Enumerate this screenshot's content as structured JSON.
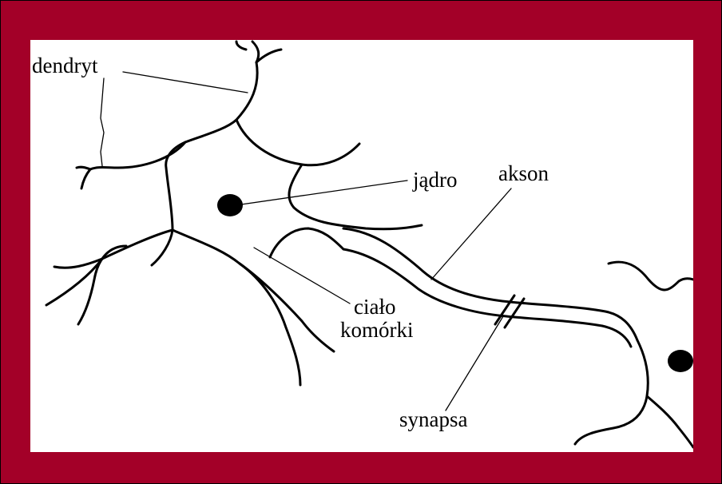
{
  "colors": {
    "frame": "#a30028",
    "background": "#ffffff",
    "ink": "#000000"
  },
  "labels": {
    "dendrite": "dendryt",
    "nucleus": "jądro",
    "axon": "akson",
    "cell_body_line1": "ciało",
    "cell_body_line2": "komórki",
    "synapse": "synapsa"
  }
}
